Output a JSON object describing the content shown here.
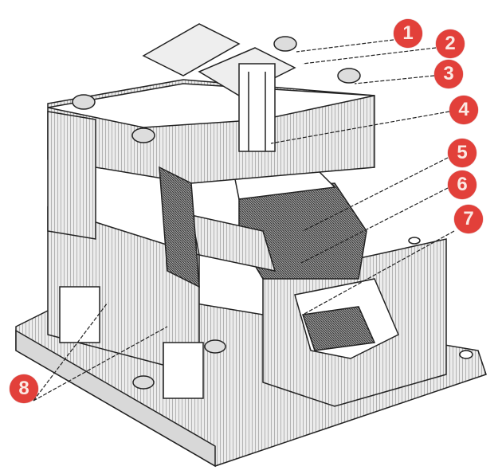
{
  "diagram": {
    "subject": "relay",
    "colors": {
      "badge": "#e2403a",
      "badge_text": "#fbe9e4",
      "ink": "#222222"
    },
    "callouts": [
      {
        "label": "1"
      },
      {
        "label": "2"
      },
      {
        "label": "3"
      },
      {
        "label": "4"
      },
      {
        "label": "5"
      },
      {
        "label": "6"
      },
      {
        "label": "7"
      },
      {
        "label": "8"
      }
    ]
  }
}
